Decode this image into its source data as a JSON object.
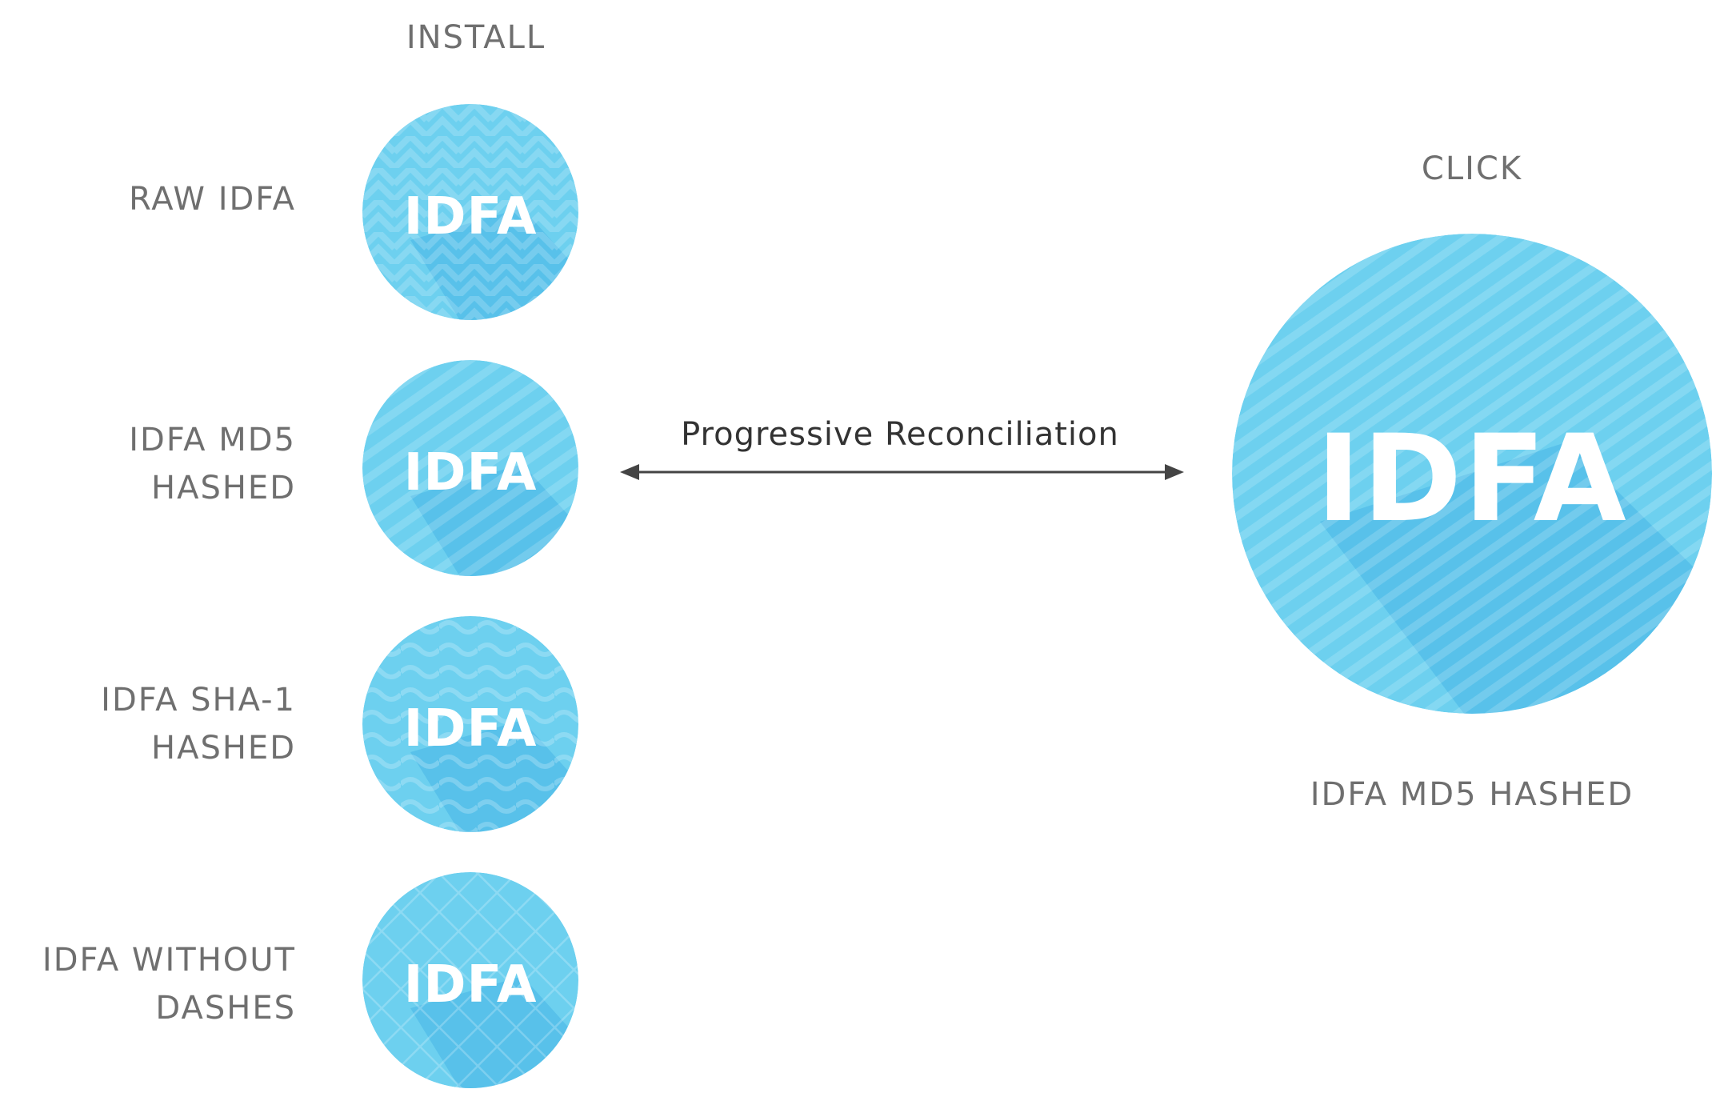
{
  "install_header": "INSTALL",
  "click_header": "CLICK",
  "badge_text": "IDFA",
  "install_items": [
    {
      "line1": "RAW IDFA",
      "line2": ""
    },
    {
      "line1": "IDFA MD5",
      "line2": "HASHED"
    },
    {
      "line1": "IDFA SHA-1",
      "line2": "HASHED"
    },
    {
      "line1": "IDFA WITHOUT",
      "line2": "DASHES"
    }
  ],
  "click_caption": "IDFA MD5 HASHED",
  "arrow_label": "Progressive Reconciliation",
  "colors": {
    "circle": "#6dd0ef",
    "circle_shade": "#4bb8e6",
    "label": "#6f6f6f",
    "arrow": "#444444"
  }
}
